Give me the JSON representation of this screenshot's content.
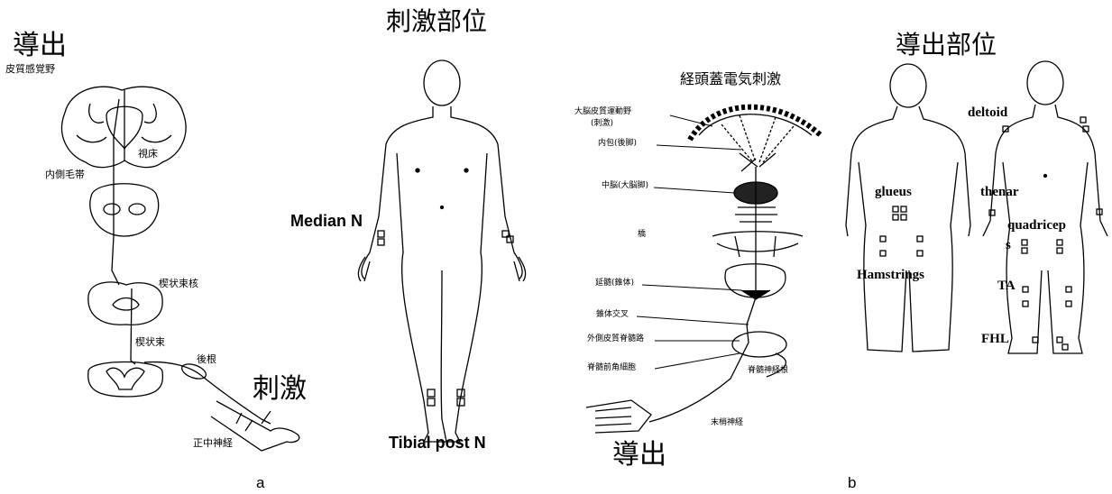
{
  "panel_a": {
    "label": "a",
    "left": {
      "title": "導出",
      "cortex_label": "皮質感覚野",
      "thalamus_label": "視床",
      "lemniscus_label": "内側毛帯",
      "cuneate_nucleus_label": "楔状束核",
      "cuneate_tract_label": "楔状束",
      "root_label": "後根",
      "stim_label": "刺激",
      "nerve_label": "正中神経"
    },
    "right": {
      "title": "刺激部位",
      "median_label": "Median N",
      "tibial_label": "Tibial post N"
    }
  },
  "panel_b": {
    "label": "b",
    "left": {
      "title": "経頭蓋電気刺激",
      "motor_cortex_label_1": "大脳皮質運動野",
      "motor_cortex_label_2": "(刺激)",
      "internal_capsule_label": "内包(後脚)",
      "midbrain_label": "中脳(大脳脚)",
      "pons_label": "橋",
      "medulla_label": "延髄(錐体)",
      "decussation_label": "錐体交叉",
      "lateral_tract_label": "外側皮質脊髄路",
      "anterior_horn_label": "脊髄前角細胞",
      "spinal_nerve_label": "脊髄神経根",
      "peripheral_label": "末梢神経",
      "record_label": "導出"
    },
    "right": {
      "title": "導出部位",
      "deltoid": "deltoid",
      "glueus": "glueus",
      "thenar": "thenar",
      "quadriceps_1": "quadricep",
      "quadriceps_2": "s",
      "hamstrings": "Hamstrings",
      "ta": "TA",
      "fhl": "FHL"
    }
  }
}
